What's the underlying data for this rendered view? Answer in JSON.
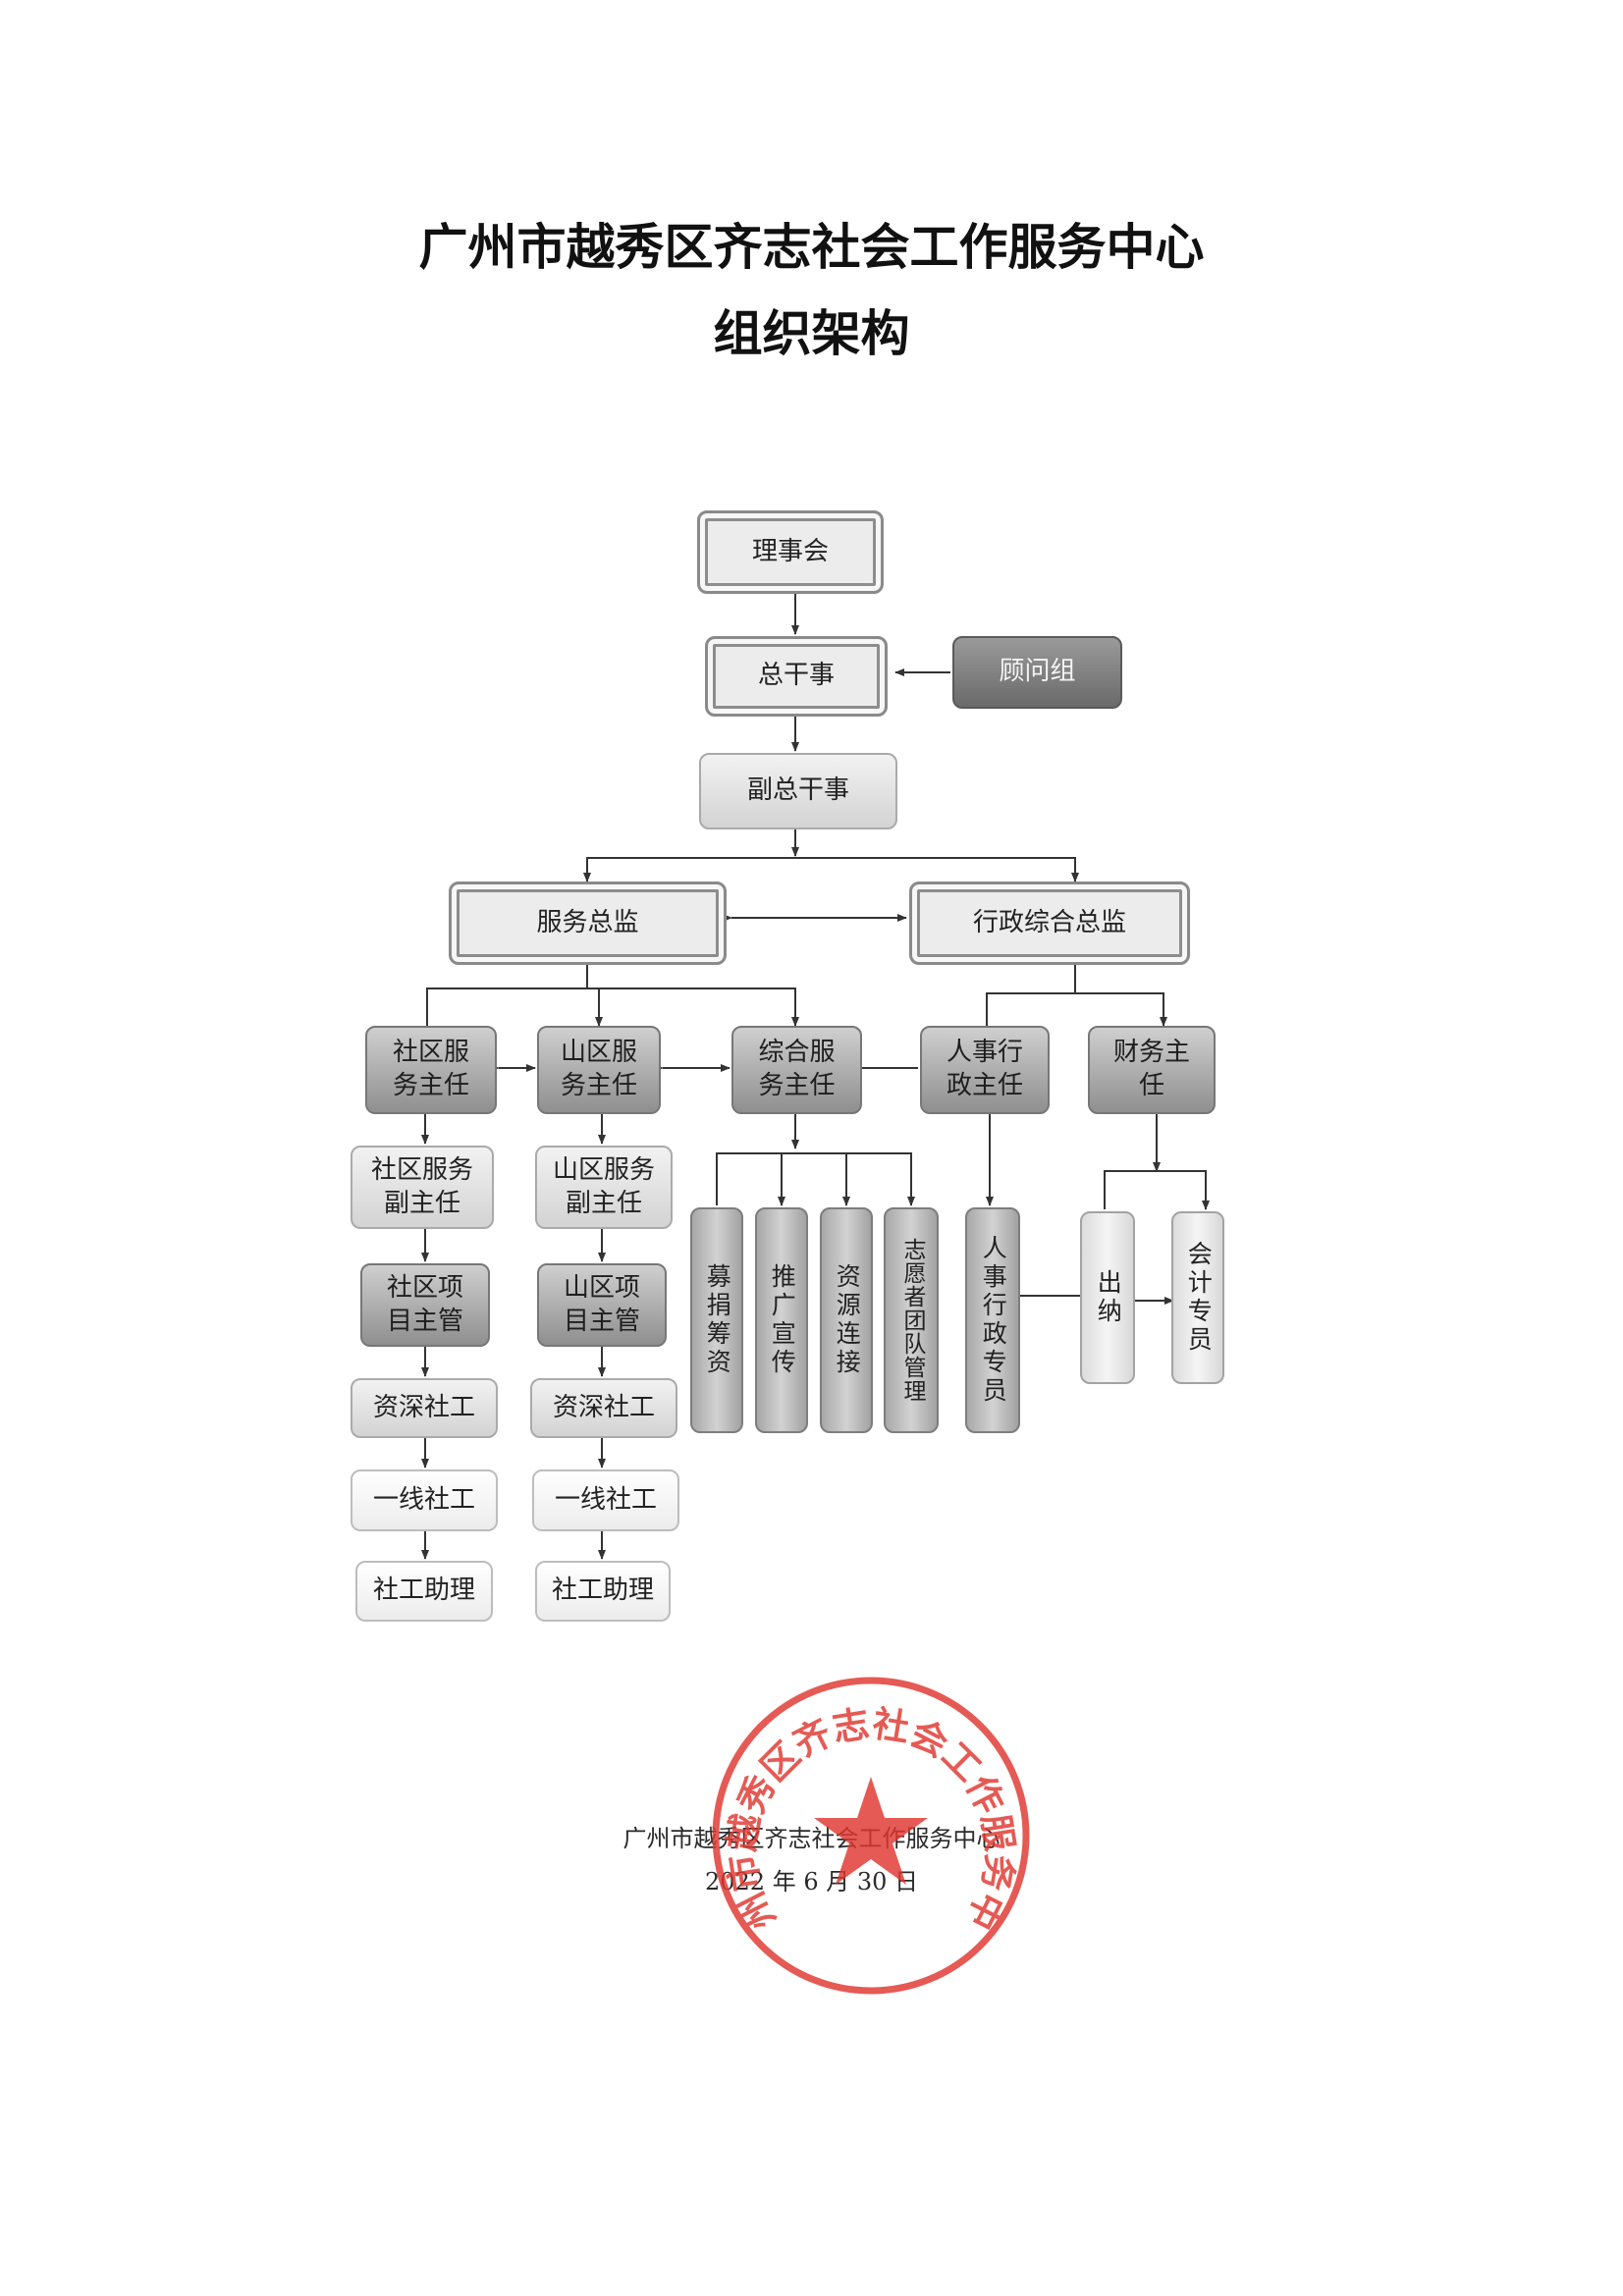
{
  "page": {
    "title_line1": "广州市越秀区齐志社会工作服务中心",
    "title_line2": "组织架构"
  },
  "nodes": {
    "board": "理事会",
    "secretary_general": "总干事",
    "advisory_group": "顾问组",
    "deputy_secretary_general": "副总干事",
    "service_director": "服务总监",
    "admin_director": "行政综合总监",
    "community_service_head": "社区服务主任",
    "mountain_service_head": "山区服务主任",
    "integrated_service_head": "综合服务主任",
    "hr_admin_head": "人事行政主任",
    "finance_head": "财务主任",
    "community_service_deputy": "社区服务副主任",
    "mountain_service_deputy": "山区服务副主任",
    "community_project_supervisor": "社区项目主管",
    "mountain_project_supervisor": "山区项目主管",
    "community_senior_social_worker": "资深社工",
    "mountain_senior_social_worker": "资深社工",
    "community_frontline_social_worker": "一线社工",
    "mountain_frontline_social_worker": "一线社工",
    "community_social_work_assistant": "社工助理",
    "mountain_social_work_assistant": "社工助理",
    "fundraising": "募捐筹资",
    "publicity": "推广宣传",
    "resource_linking": "资源连接",
    "volunteer_management": "志愿者团队管理",
    "hr_admin_officer": "人事行政专员",
    "cashier": "出纳",
    "accountant": "会计专员"
  },
  "footer": {
    "organization": "广州市越秀区齐志社会工作服务中心",
    "date": "2022 年 6 月 30 日"
  },
  "seal": {
    "text": "广州市越秀区齐志社会工作服务中心",
    "color": "#e0362f"
  },
  "colors": {
    "box_dark": "#6f6f6f",
    "box_mid": "#a9a9a9",
    "box_light": "#e2e2e2",
    "connector": "#333333"
  }
}
